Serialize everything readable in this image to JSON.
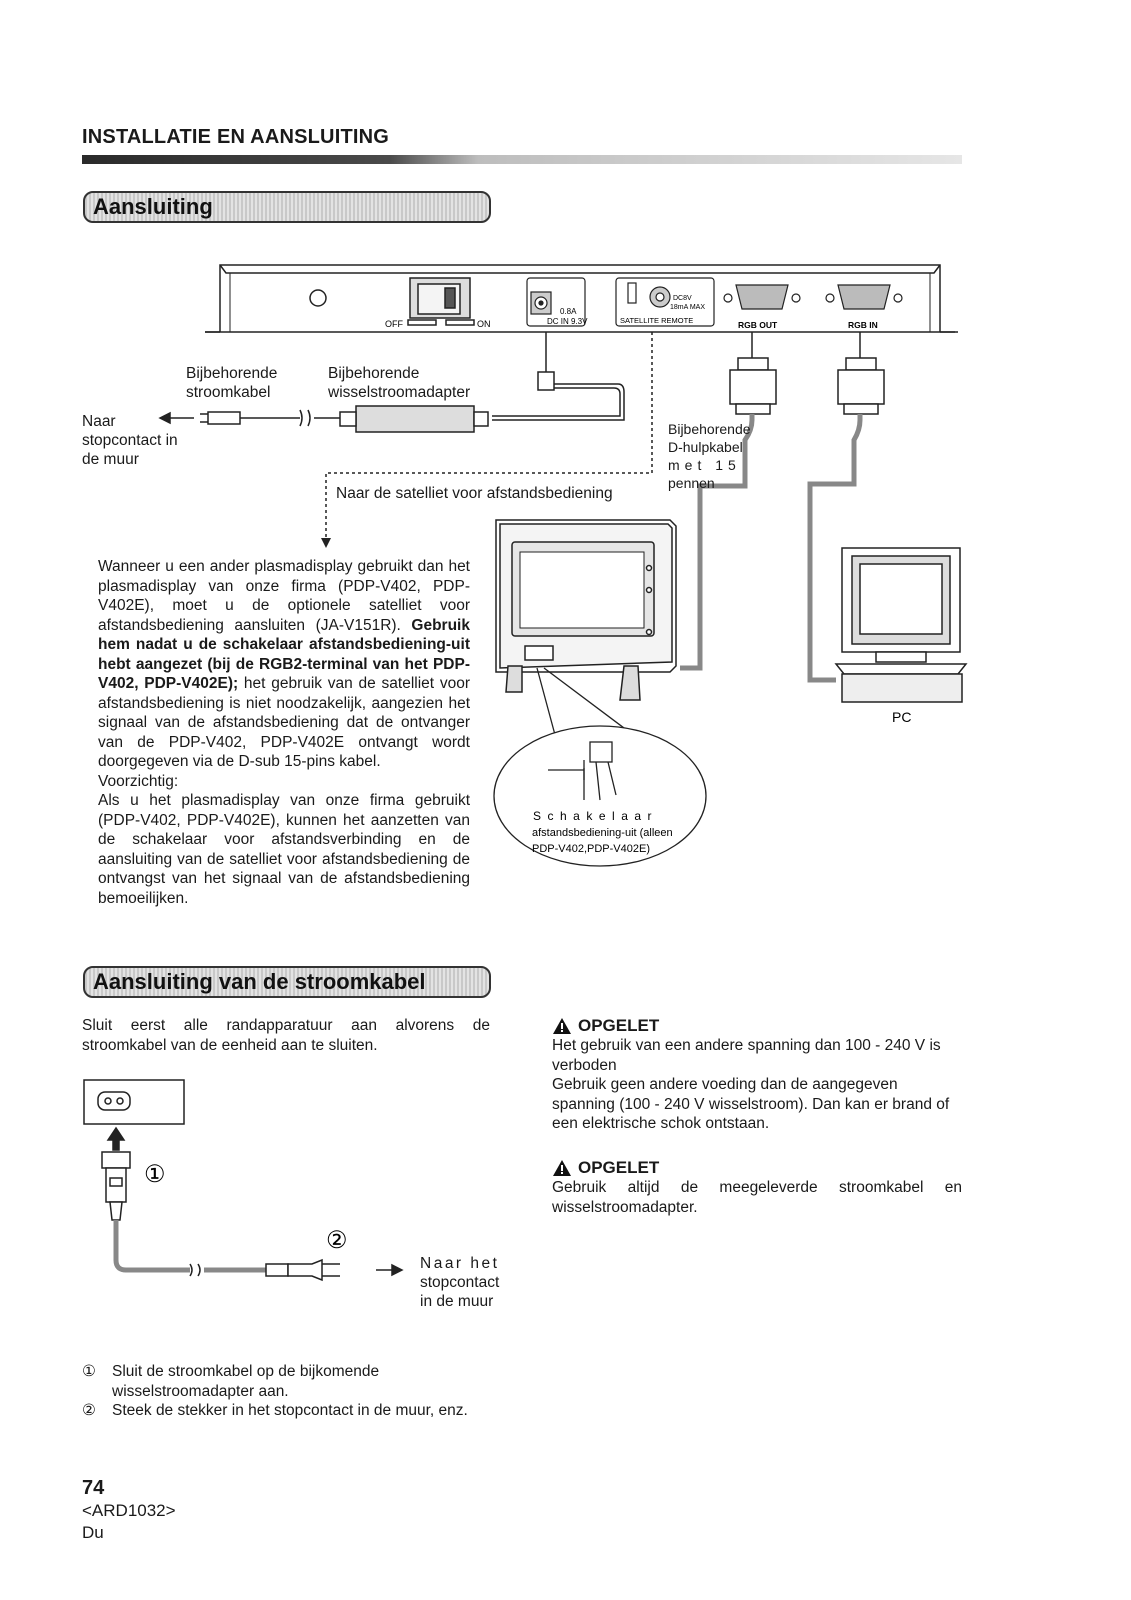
{
  "header": {
    "title": "INSTALLATIE EN AANSLUITING"
  },
  "section1": {
    "title": "Aansluiting"
  },
  "section2": {
    "title": "Aansluiting van de stroomkabel"
  },
  "diagram": {
    "switch_off": "OFF",
    "switch_on": "ON",
    "dc_rating": "0.8A",
    "dc_in": "DC IN 9.3V",
    "dc_out_rating": "DC8V",
    "dc_out_max": "18mA MAX",
    "satellite_remote": "SATELLITE REMOTE",
    "rgb_out": "RGB OUT",
    "rgb_in": "RGB IN",
    "power_cord_label_1": "Bijbehorende",
    "power_cord_label_2": "stroomkabel",
    "adapter_label_1": "Bijbehorende",
    "adapter_label_2": "wisselstroomadapter",
    "outlet_label_1": "Naar",
    "outlet_label_2": "stopcontact in",
    "outlet_label_3": "de muur",
    "dsub_label_1": "Bijbehorende",
    "dsub_label_2": "D-hulpkabel",
    "dsub_label_3": "met 15",
    "dsub_label_4": "pennen",
    "satellite_label": "Naar de satelliet voor afstandsbediening",
    "switch_label_1": "Schakelaar",
    "switch_label_2": "afstandsbediening-uit (alleen",
    "switch_label_3": "PDP-V402,PDP-V402E)",
    "pc_label": "PC"
  },
  "paragraph": {
    "part1": "Wanneer u een ander plasmadisplay gebruikt dan het plasmadisplay van onze firma (PDP-V402, PDP-V402E), moet u de optionele satelliet voor afstandsbediening aansluiten (JA-V151R).",
    "bold": "Gebruik hem nadat u de schakelaar afstandsbediening-uit hebt aangezet (bij de RGB2-terminal van het PDP-V402, PDP-V402E);",
    "part2": "het gebruik van de satelliet voor afstandsbediening is niet noodzakelijk, aangezien het signaal van de afstandsbediening dat de ontvanger van de PDP-V402, PDP-V402E ontvangt wordt doorgegeven via de D-sub 15-pins kabel.",
    "caution_label": "Voorzichtig:",
    "part3": "Als u het plasmadisplay van onze firma gebruikt (PDP-V402, PDP-V402E), kunnen het aanzetten van de schakelaar voor afstandsverbinding en de aansluiting van de satelliet voor afstandsbediening de ontvangst van het signaal van de afstandsbediening bemoeilijken."
  },
  "power": {
    "intro": "Sluit eerst alle randapparatuur aan alvorens de stroomkabel van de eenheid aan te sluiten.",
    "marker1": "①",
    "marker2": "②",
    "outlet_1": "Naar het",
    "outlet_2": "stopcontact",
    "outlet_3": "in de muur",
    "steps": [
      {
        "num": "①",
        "text": "Sluit de stroomkabel op de bijkomende wisselstroomadapter aan."
      },
      {
        "num": "②",
        "text": "Steek de stekker in het stopcontact in de muur, enz."
      }
    ]
  },
  "cautions": [
    {
      "title": "OPGELET",
      "text": "Het gebruik van een andere spanning dan 100 - 240 V is verboden\nGebruik geen andere voeding dan de aangegeven spanning (100 - 240 V wisselstroom). Dan kan er brand of een elektrische schok ontstaan."
    },
    {
      "title": "OPGELET",
      "text": "Gebruik altijd de meegeleverde stroomkabel en wisselstroomadapter."
    }
  ],
  "footer": {
    "page": "74",
    "code": "<ARD1032>",
    "lang": "Du"
  }
}
